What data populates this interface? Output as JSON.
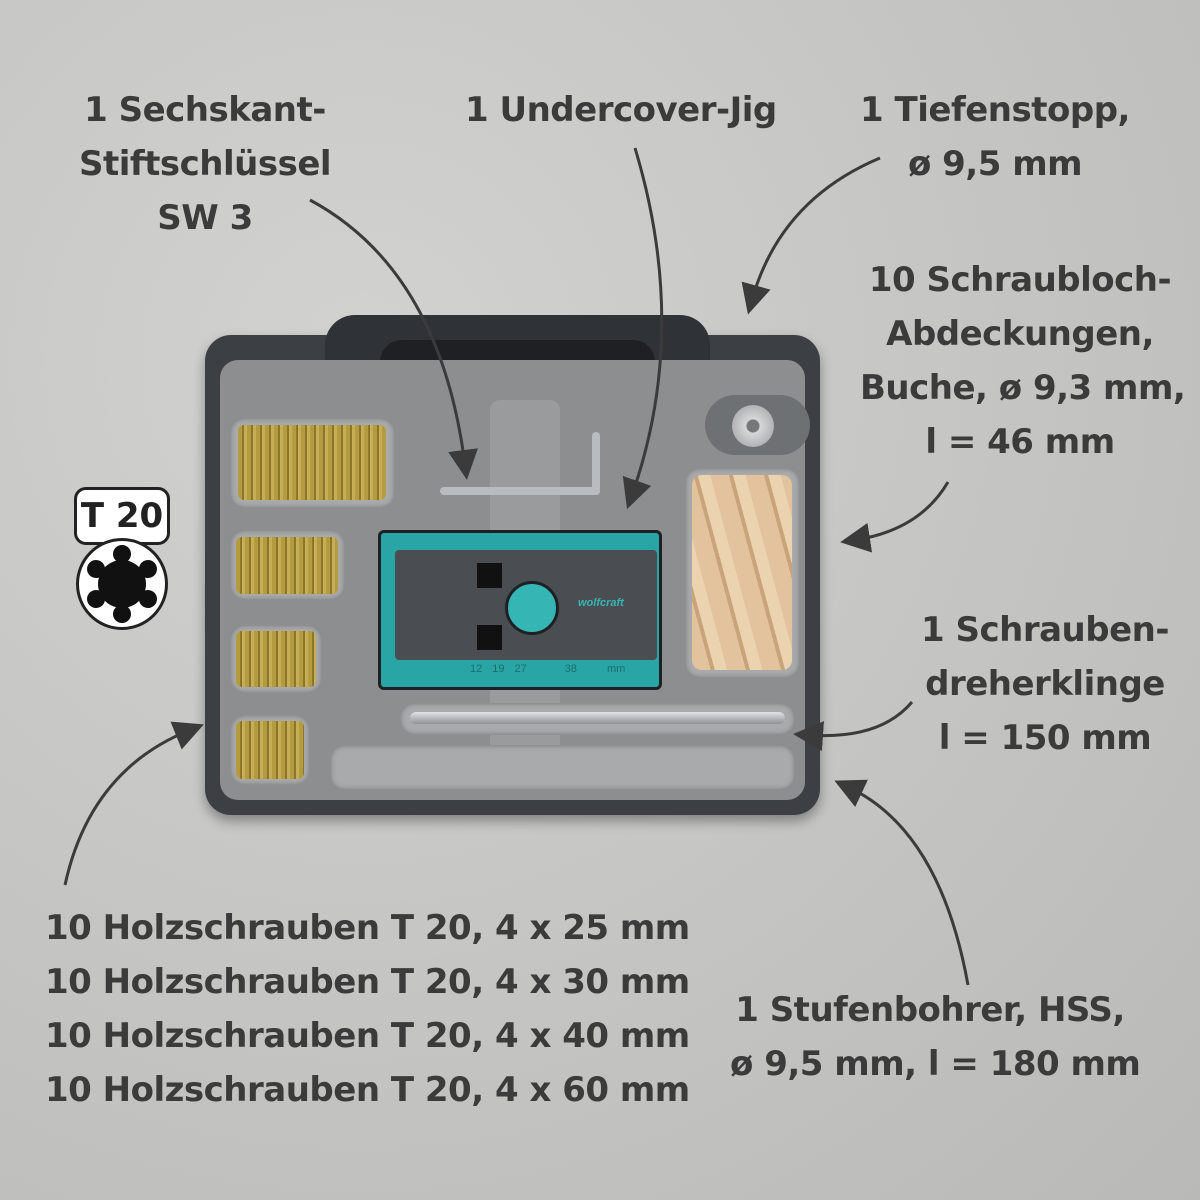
{
  "labels": {
    "hex_key": [
      "1 Sechskant-",
      "Stiftschlüssel",
      "SW 3"
    ],
    "jig": "1 Undercover-Jig",
    "depth_stop": [
      "1 Tiefenstopp,",
      "ø 9,5 mm"
    ],
    "plugs": [
      "10 Schraubloch-",
      "Abdeckungen,",
      "Buche, ø 9,3 mm,",
      "l = 46 mm"
    ],
    "bit": [
      "1 Schrauben-",
      "dreherklinge",
      "l = 150 mm"
    ],
    "drill": [
      "1 Stufenbohrer, HSS,",
      "ø 9,5 mm, l = 180 mm"
    ],
    "screws": [
      "10 Holzschrauben T 20, 4 x 25 mm",
      "10 Holzschrauben T 20, 4 x 30 mm",
      "10 Holzschrauben T 20, 4 x 40 mm",
      "10 Holzschrauben T 20, 4 x 60 mm"
    ]
  },
  "badge": {
    "text": "T 20",
    "icon": "torx-star-icon"
  },
  "jig": {
    "brand": "wolfcraft",
    "scale": [
      "12",
      "19",
      "27",
      "38",
      "mm"
    ]
  },
  "colors": {
    "accent": "#2aa5a5",
    "text": "#3b3b3b",
    "case": "#3f4348",
    "tray": "#8d8e8f"
  }
}
